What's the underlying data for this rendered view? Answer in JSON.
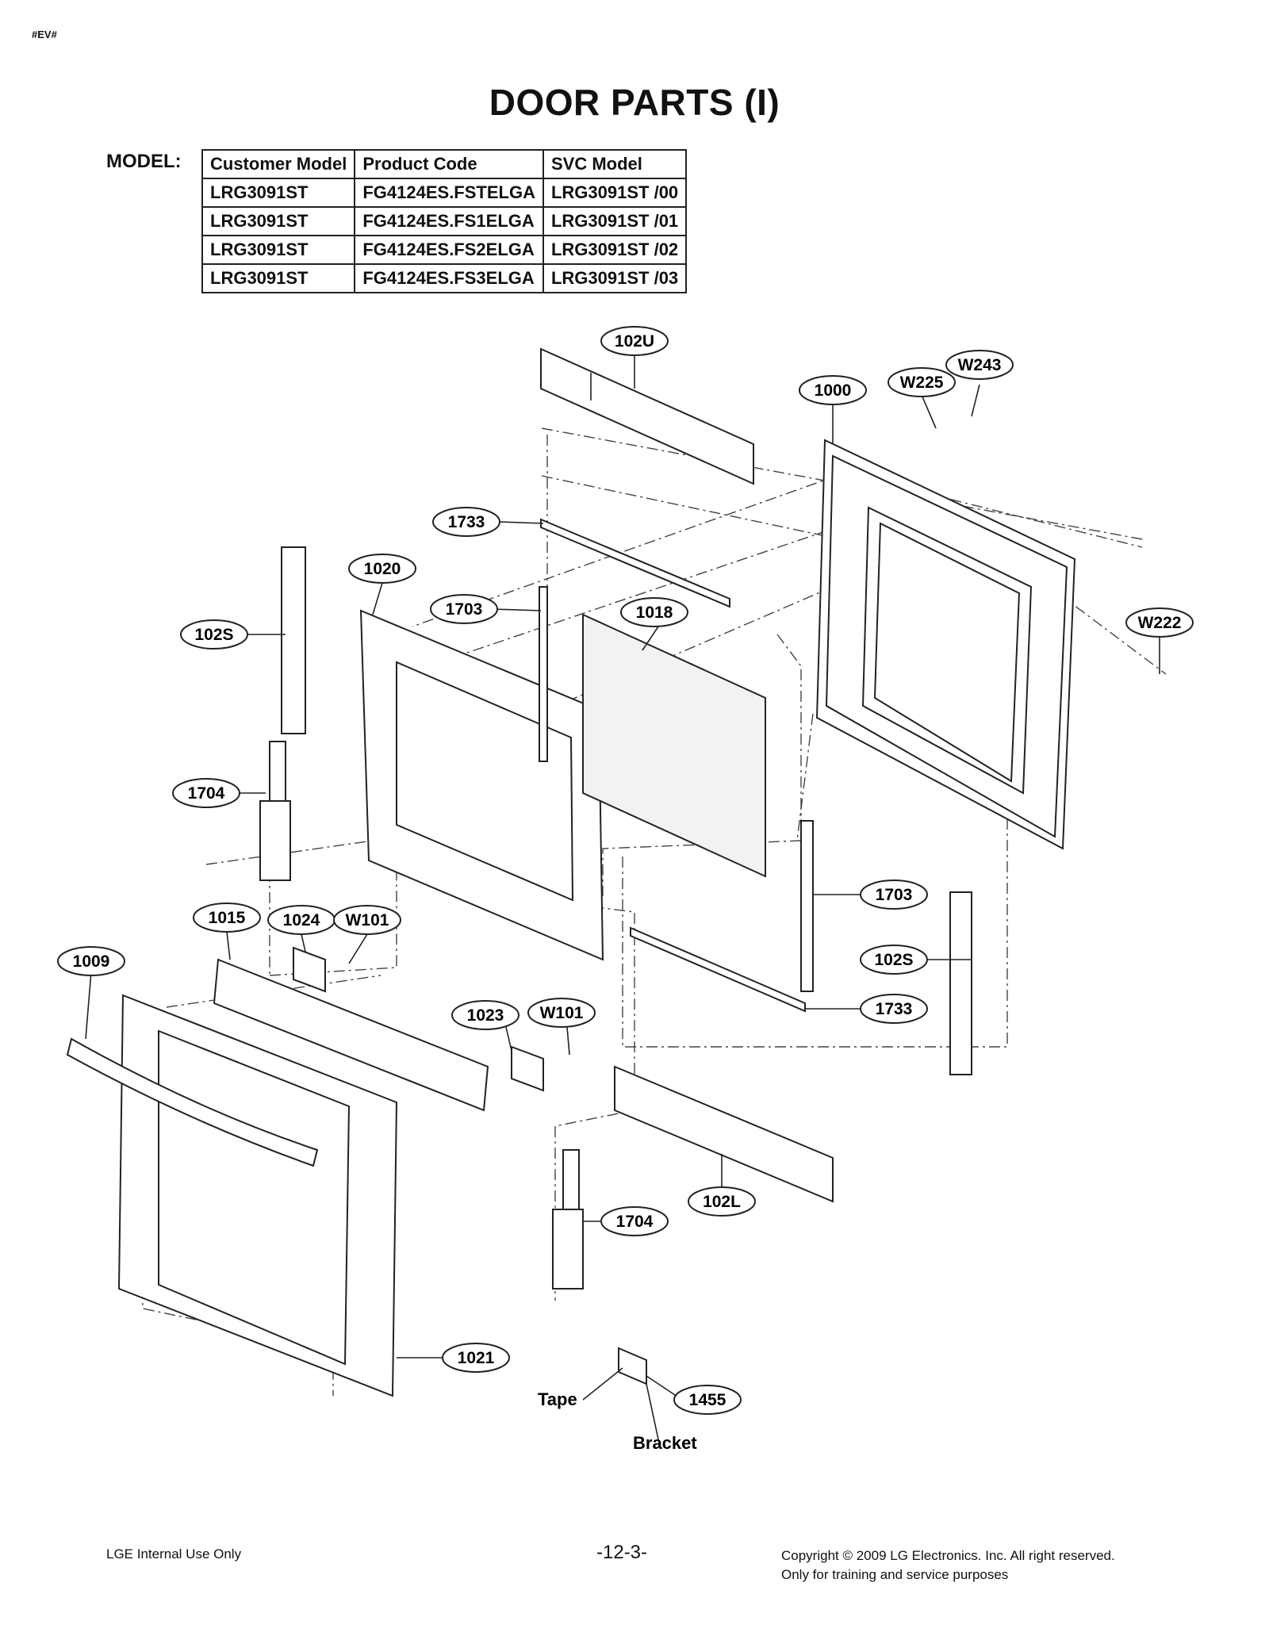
{
  "doc_id": "#EV#",
  "title": "DOOR PARTS (I)",
  "model_label": "MODEL:",
  "model_table": {
    "headers": [
      "Customer Model",
      "Product Code",
      "SVC Model"
    ],
    "rows": [
      [
        "LRG3091ST",
        "FG4124ES.FSTELGA",
        "LRG3091ST /00"
      ],
      [
        "LRG3091ST",
        "FG4124ES.FS1ELGA",
        "LRG3091ST /01"
      ],
      [
        "LRG3091ST",
        "FG4124ES.FS2ELGA",
        "LRG3091ST /02"
      ],
      [
        "LRG3091ST",
        "FG4124ES.FS3ELGA",
        "LRG3091ST /03"
      ]
    ]
  },
  "callouts": {
    "c102u": "102U",
    "c1000": "1000",
    "w225": "W225",
    "w243": "W243",
    "c1733_top": "1733",
    "c1020": "1020",
    "c1703_top": "1703",
    "c1018": "1018",
    "w222": "W222",
    "c102s_left": "102S",
    "c1704_left": "1704",
    "c1015": "1015",
    "c1024": "1024",
    "w101_left": "W101",
    "c1009": "1009",
    "c1703_right": "1703",
    "c102s_right": "102S",
    "c1023": "1023",
    "w101_right": "W101",
    "c1733_bottom": "1733",
    "c102l": "102L",
    "c1704_bottom": "1704",
    "c1021": "1021",
    "c1455": "1455"
  },
  "labels": {
    "tape": "Tape",
    "bracket": "Bracket"
  },
  "footer": {
    "left": "LGE Internal Use Only",
    "page": "-12-3-",
    "copyright": "Copyright © 2009 LG Electronics. Inc. All right reserved.",
    "training": "Only for training and service purposes"
  }
}
